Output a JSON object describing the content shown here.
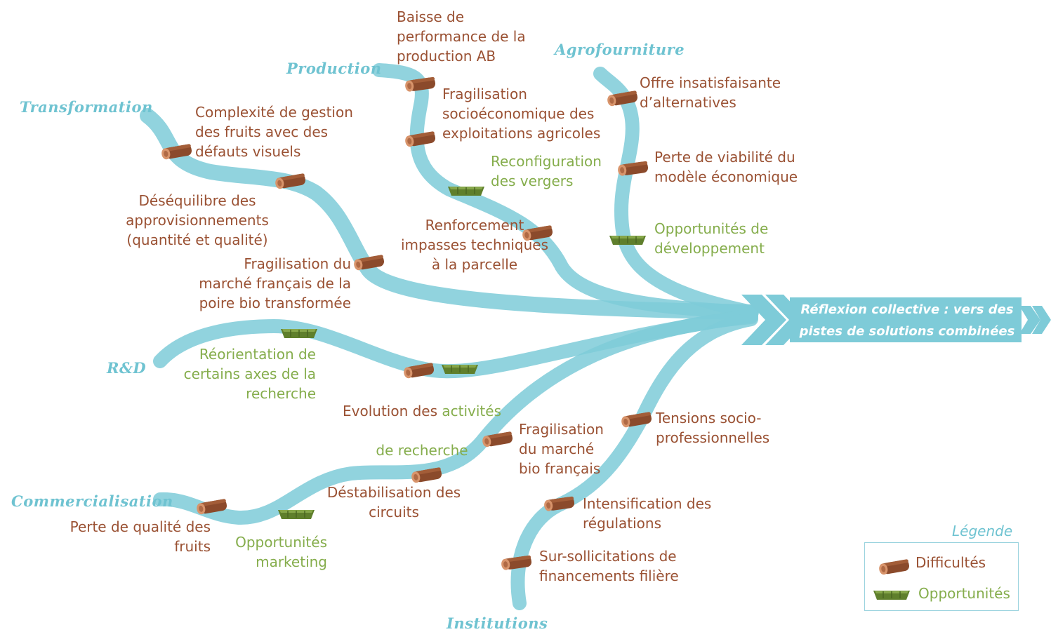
{
  "conclusion": "Réflexion collective : vers des\npistes de solutions combinées",
  "streams": {
    "transformation": "Transformation",
    "production": "Production",
    "agrofourniture": "Agrofourniture",
    "rd": "R&D",
    "commercialisation": "Commercialisation",
    "institutions": "Institutions"
  },
  "labels": {
    "baisse": "Baisse de\nperformance de la\nproduction AB",
    "fragilisation_socio": "Fragilisation\nsocioéconomique des\nexploitations agricoles",
    "reconfiguration": "Reconfiguration\ndes vergers",
    "renforcement": "Renforcement\nimpasses techniques\nà la parcelle",
    "offre": "Offre insatisfaisante\nd’alternatives",
    "perte_viabilite": "Perte de viabilité du\nmodèle économique",
    "opp_dev": "Opportunités de\ndéveloppement",
    "complexite": "Complexité de gestion\ndes fruits avec des\ndéfauts visuels",
    "desequilibre": "Déséquilibre des\napprovisionnements\n(quantité et qualité)",
    "fragilisation_marche": "Fragilisation du\nmarché français de la\npoire bio transformée",
    "reorientation": "Réorientation de\ncertains axes de la\nrecherche",
    "evolution_1": "Evolution des ",
    "evolution_2": "activités",
    "evolution_3": "de recherche",
    "fragilisation_bio": "Fragilisation\ndu marché\nbio français",
    "destabilisation": "Déstabilisation des\ncircuits",
    "perte_qualite": "Perte de qualité des\nfruits",
    "opp_marketing": "Opportunités\nmarketing",
    "tensions": "Tensions socio-\nprofessionnelles",
    "intensification": "Intensification des\nrégulations",
    "sur_sollicitations": "Sur-sollicitations de\nfinancements filière"
  },
  "legend": {
    "title": "Légende",
    "difficulties": "Difficultés",
    "opportunities": "Opportunités"
  },
  "colors": {
    "water": "#7ecbd8",
    "difficulty_text": "#9a5133",
    "opportunity_text": "#85ad4c",
    "stream_title": "#6fc3d1",
    "log": "#8b4a2b",
    "boat": "#5f7f2c"
  }
}
